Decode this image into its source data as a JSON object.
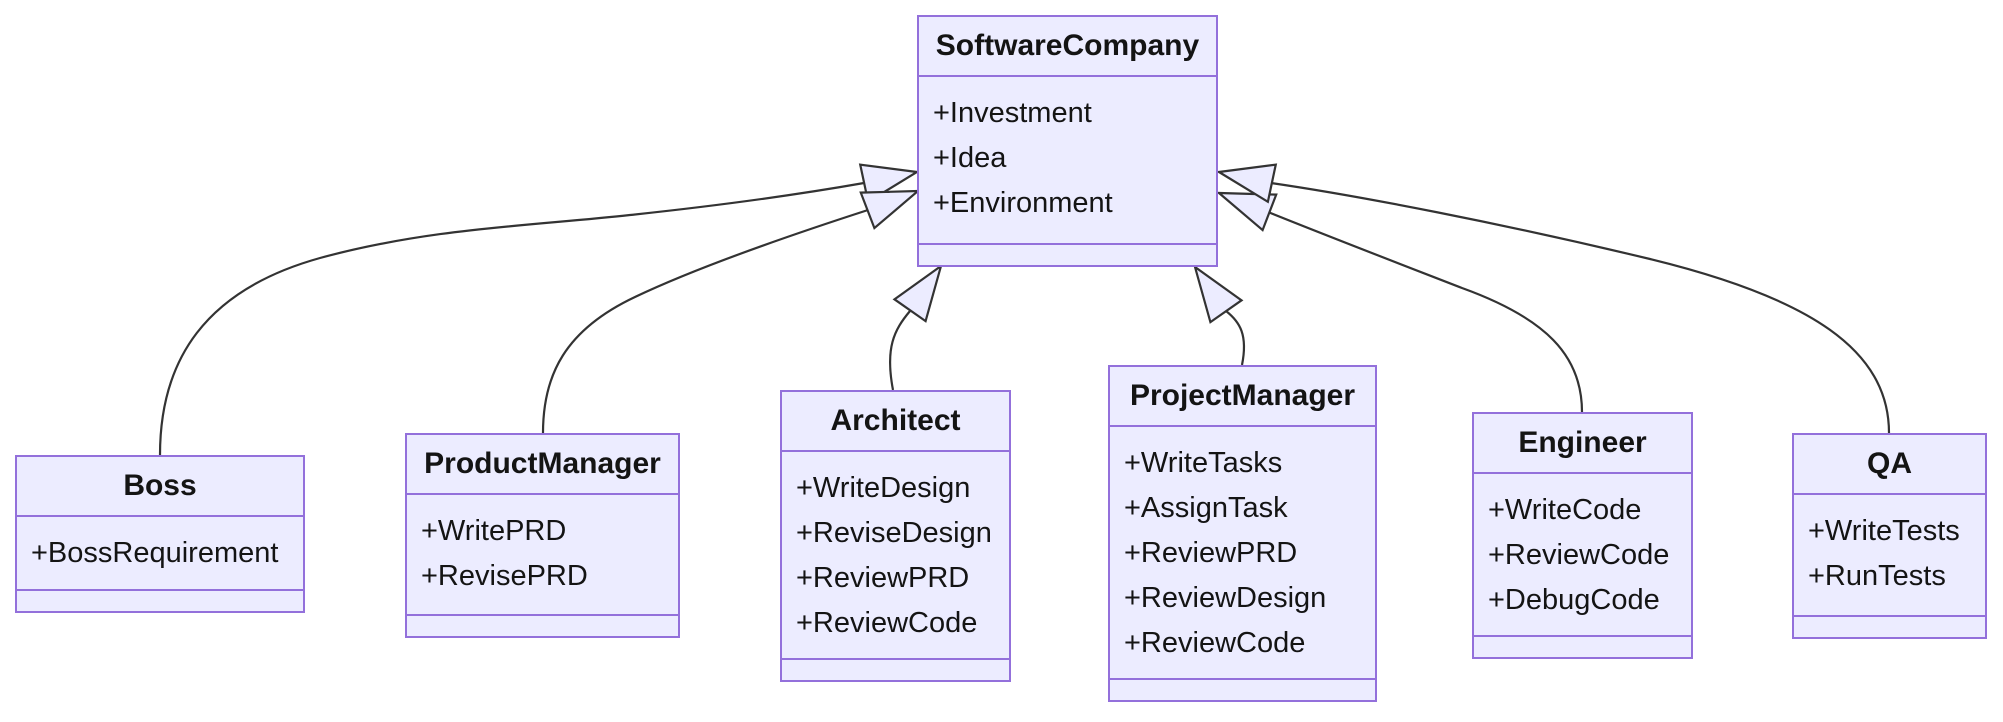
{
  "classes": {
    "softwareCompany": {
      "name": "SoftwareCompany",
      "members": [
        "+Investment",
        "+Idea",
        "+Environment"
      ]
    },
    "boss": {
      "name": "Boss",
      "members": [
        "+BossRequirement"
      ]
    },
    "productManager": {
      "name": "ProductManager",
      "members": [
        "+WritePRD",
        "+RevisePRD"
      ]
    },
    "architect": {
      "name": "Architect",
      "members": [
        "+WriteDesign",
        "+ReviseDesign",
        "+ReviewPRD",
        "+ReviewCode"
      ]
    },
    "projectManager": {
      "name": "ProjectManager",
      "members": [
        "+WriteTasks",
        "+AssignTask",
        "+ReviewPRD",
        "+ReviewDesign",
        "+ReviewCode"
      ]
    },
    "engineer": {
      "name": "Engineer",
      "members": [
        "+WriteCode",
        "+ReviewCode",
        "+DebugCode"
      ]
    },
    "qa": {
      "name": "QA",
      "members": [
        "+WriteTests",
        "+RunTests"
      ]
    }
  },
  "relations": [
    {
      "from": "Boss",
      "to": "SoftwareCompany",
      "type": "inheritance"
    },
    {
      "from": "ProductManager",
      "to": "SoftwareCompany",
      "type": "inheritance"
    },
    {
      "from": "Architect",
      "to": "SoftwareCompany",
      "type": "inheritance"
    },
    {
      "from": "ProjectManager",
      "to": "SoftwareCompany",
      "type": "inheritance"
    },
    {
      "from": "Engineer",
      "to": "SoftwareCompany",
      "type": "inheritance"
    },
    {
      "from": "QA",
      "to": "SoftwareCompany",
      "type": "inheritance"
    }
  ],
  "colors": {
    "node_fill": "#ECECFF",
    "node_border": "#9370DB",
    "edge_stroke": "#333333",
    "text": "#141414",
    "background": "#FFFFFF"
  }
}
